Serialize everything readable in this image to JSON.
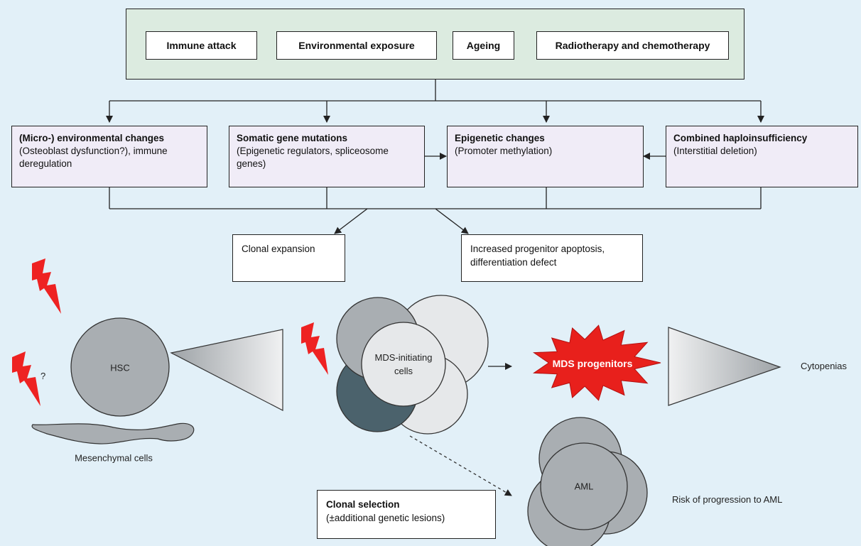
{
  "causes": [
    "Immune attack",
    "Environmental exposure",
    "Ageing",
    "Radiotherapy and chemotherapy"
  ],
  "mechanisms": [
    {
      "title": "(Micro-) environmental changes",
      "detail": "(Osteoblast dysfunction?), immune deregulation"
    },
    {
      "title": "Somatic gene mutations",
      "detail": "(Epigenetic regulators, spliceosome genes)"
    },
    {
      "title": "Epigenetic changes",
      "detail": "(Promoter methylation)"
    },
    {
      "title": "Combined haploinsufficiency",
      "detail": "(Interstitial deletion)"
    }
  ],
  "outcomes": {
    "clonal_expansion": "Clonal expansion",
    "apoptosis": "Increased progenitor apoptosis, differentiation defect"
  },
  "cells": {
    "hsc": "HSC",
    "question": "?",
    "mesenchymal": "Mesenchymal cells",
    "mds_initiating": "MDS-initiating cells",
    "mds_progenitors": "MDS progenitors",
    "cytopenias": "Cytopenias",
    "aml": "AML",
    "aml_risk": "Risk of progression to AML"
  },
  "selection": {
    "title": "Clonal selection",
    "detail": "(±additional genetic lesions)"
  },
  "colors": {
    "background": "#e2f0f8",
    "top_panel": "#dcebe0",
    "mechanism_box": "#f0ecf7",
    "lightning": "#ee2222",
    "starburst": "#e8201c",
    "cell_gray": "#a9aeb2",
    "cell_light": "#e6e8ea",
    "cell_dark": "#4b626c"
  }
}
